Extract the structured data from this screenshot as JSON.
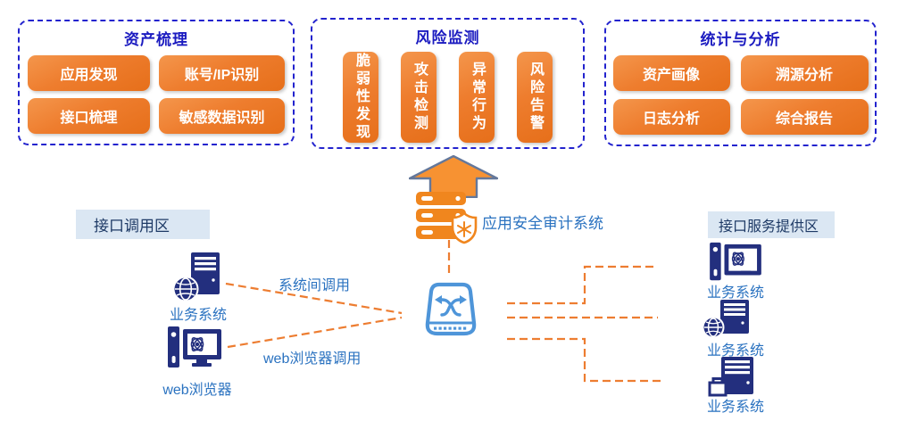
{
  "panels": {
    "asset": {
      "title": "资产梳理",
      "items": [
        "应用发现",
        "账号/IP识别",
        "接口梳理",
        "敏感数据识别"
      ]
    },
    "risk": {
      "title": "风险监测",
      "items": [
        "脆弱性发现",
        "攻击检测",
        "异常行为",
        "风险告警"
      ]
    },
    "stats": {
      "title": "统计与分析",
      "items": [
        "资产画像",
        "溯源分析",
        "日志分析",
        "综合报告"
      ]
    }
  },
  "center": {
    "audit_system_label": "应用安全审计系统"
  },
  "left_zone": {
    "label": "接口调用区",
    "node1_label": "业务系统",
    "node2_label": "web浏览器",
    "link1_label": "系统间调用",
    "link2_label": "web浏览器调用"
  },
  "right_zone": {
    "label": "接口服务提供区",
    "node1_label": "业务系统",
    "node2_label": "业务系统",
    "node3_label": "业务系统"
  },
  "colors": {
    "button_orange": "#EE7D2E",
    "connector_orange": "#ED7D31",
    "panel_border_blue": "#2323CE",
    "panel_title_blue": "#1B1BC0",
    "label_blue": "#2A72C0",
    "navy_icon": "#232F7E",
    "zone_label_bg": "#DBE7F3",
    "zone_label_text": "#1E3A66",
    "switch_blue": "#4E95D9",
    "arrow_fill": "#F79232",
    "arrow_stroke": "#64789B"
  }
}
